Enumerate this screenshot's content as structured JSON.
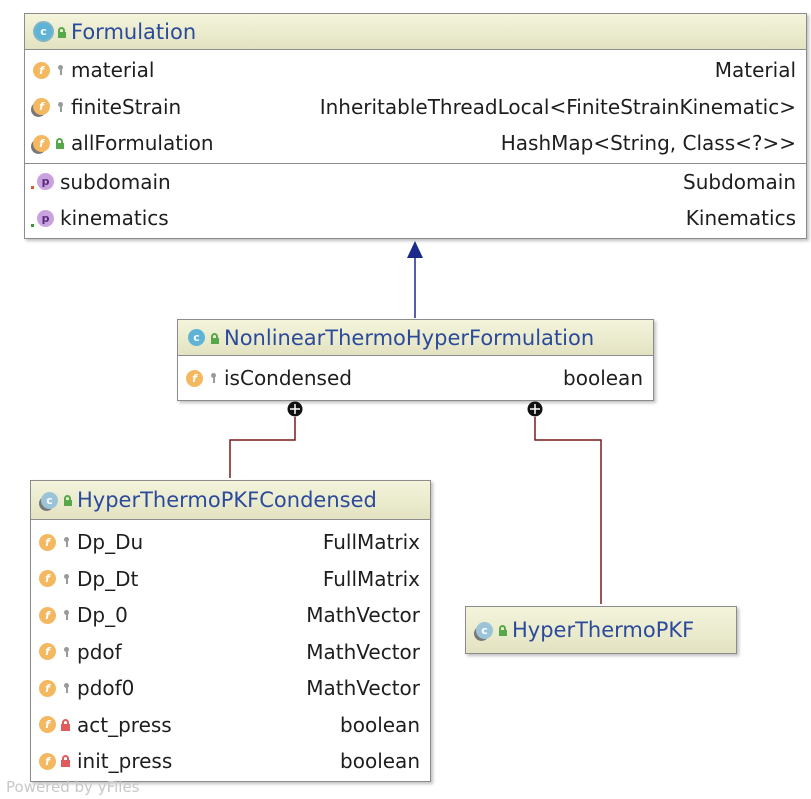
{
  "formulation": {
    "title": "Formulation",
    "fields": [
      {
        "name": "material",
        "type": "Material"
      },
      {
        "name": "finiteStrain",
        "type": "InheritableThreadLocal<FiniteStrainKinematic>"
      },
      {
        "name": "allFormulation",
        "type": "HashMap<String, Class<?>>"
      }
    ],
    "properties": [
      {
        "name": "subdomain",
        "type": "Subdomain"
      },
      {
        "name": "kinematics",
        "type": "Kinematics"
      }
    ]
  },
  "nonlinear": {
    "title": "NonlinearThermoHyperFormulation",
    "fields": [
      {
        "name": "isCondensed",
        "type": "boolean"
      }
    ]
  },
  "condensed": {
    "title": "HyperThermoPKFCondensed",
    "fields": [
      {
        "name": "Dp_Du",
        "type": "FullMatrix"
      },
      {
        "name": "Dp_Dt",
        "type": "FullMatrix"
      },
      {
        "name": "Dp_0",
        "type": "MathVector"
      },
      {
        "name": "pdof",
        "type": "MathVector"
      },
      {
        "name": "pdof0",
        "type": "MathVector"
      },
      {
        "name": "act_press",
        "type": "boolean"
      },
      {
        "name": "init_press",
        "type": "boolean"
      }
    ]
  },
  "pkf": {
    "title": "HyperThermoPKF"
  },
  "icons": {
    "class": "class-icon",
    "field": "field-icon",
    "property": "property-icon",
    "package_private": "key-icon",
    "public": "open-lock-icon",
    "private": "lock-icon"
  },
  "colors": {
    "class_name": "#2c4a9c",
    "inheritance_arrow": "#1c2a8c",
    "inner_class_link": "#7a1a1a",
    "header_bg": "#f0f0d8"
  },
  "footer": "Powered by yFiles"
}
